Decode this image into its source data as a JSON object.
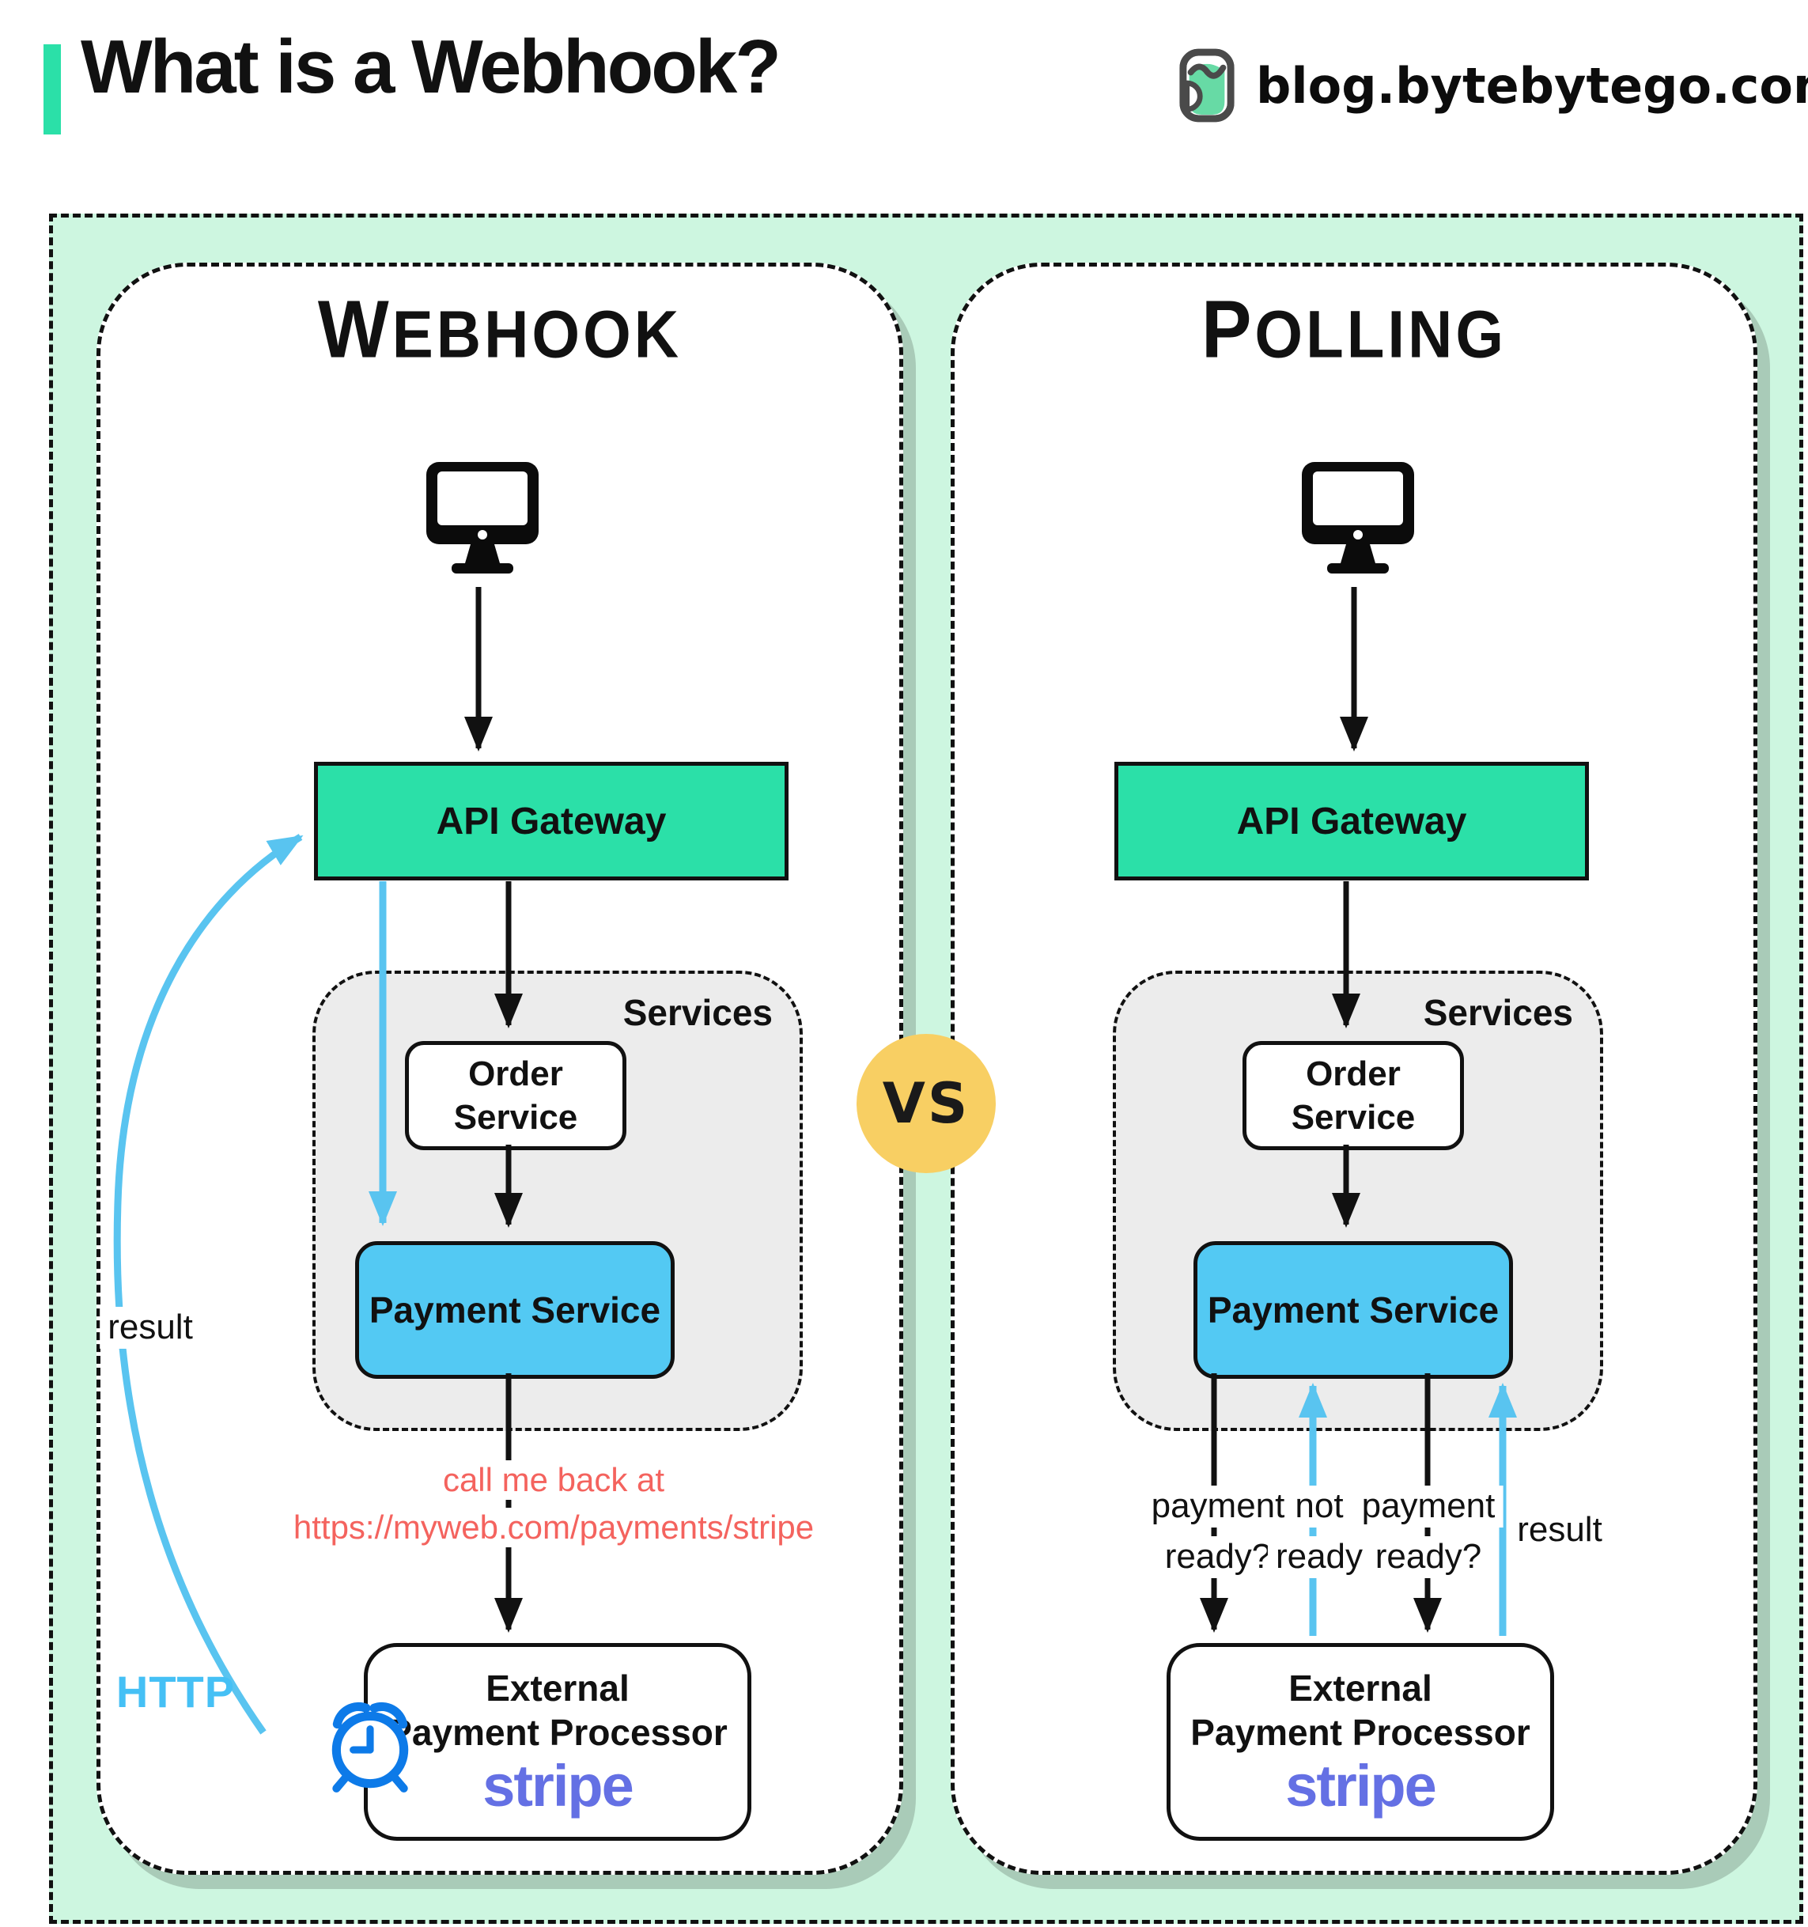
{
  "header": {
    "title": "What is a Webhook?",
    "site": "blog.bytebytego.com"
  },
  "vs_label": "VS",
  "colors": {
    "accent_teal": "#2be0a8",
    "board_green": "#cdf6e0",
    "panel_shadow": "#a9cbb8",
    "services_gray": "#ececec",
    "payment_blue": "#53c9f3",
    "arrow_blue": "#59c4f0",
    "http_blue": "#45c0f5",
    "clock_blue": "#0d7ae8",
    "vs_yellow": "#f8cf63",
    "callback_red": "#f4635e",
    "stripe_purple": "#6470e4"
  },
  "panels": [
    {
      "title": "Webhook",
      "api_gateway": "API Gateway",
      "services": "Services",
      "order_service": "Order Service",
      "payment_service": "Payment Service",
      "external": {
        "line1": "External",
        "line2": "Payment Processor",
        "brand": "stripe"
      },
      "labels": {
        "result": "result",
        "http": "HTTP",
        "callback1": "call me back at",
        "callback2": "https://myweb.com/payments/stripe"
      }
    },
    {
      "title": "Polling",
      "api_gateway": "API Gateway",
      "services": "Services",
      "order_service": "Order Service",
      "payment_service": "Payment Service",
      "external": {
        "line1": "External",
        "line2": "Payment Processor",
        "brand": "stripe"
      },
      "poll_labels": [
        {
          "line1": "payment",
          "line2": "ready?"
        },
        {
          "line1": "not",
          "line2": "ready"
        },
        {
          "line1": "payment",
          "line2": "ready?"
        }
      ],
      "labels": {
        "result": "result"
      }
    }
  ]
}
